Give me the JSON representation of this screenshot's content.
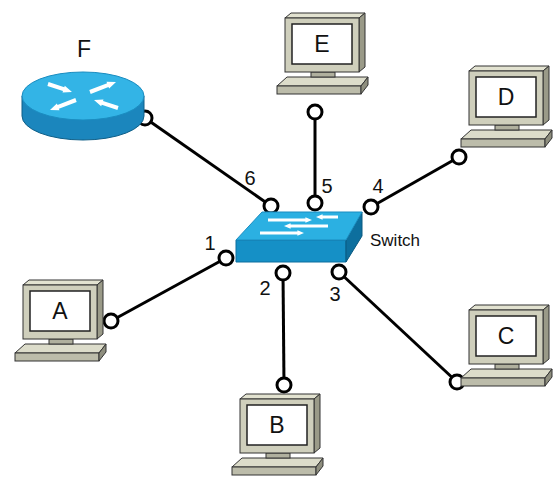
{
  "diagram": {
    "nodes": [
      {
        "text": [
          "F"
        ]
      },
      {
        "text": [
          "E"
        ]
      },
      {
        "text": [
          "D"
        ]
      },
      {
        "text": [
          "Switch"
        ]
      },
      {
        "text": [
          "A"
        ]
      },
      {
        "text": [
          "C"
        ]
      },
      {
        "text": [
          "B"
        ]
      }
    ],
    "edges": [
      {
        "from": 3,
        "to": 0,
        "arrow": "none"
      },
      {
        "from": 3,
        "to": 1,
        "arrow": "none"
      },
      {
        "from": 3,
        "to": 2,
        "arrow": "none"
      },
      {
        "from": 3,
        "to": 4,
        "arrow": "none"
      },
      {
        "from": 3,
        "to": 5,
        "arrow": "none"
      },
      {
        "from": 3,
        "to": 6,
        "arrow": "none"
      }
    ],
    "labels": [
      "6",
      "5",
      "4",
      "1",
      "2",
      "3"
    ]
  }
}
